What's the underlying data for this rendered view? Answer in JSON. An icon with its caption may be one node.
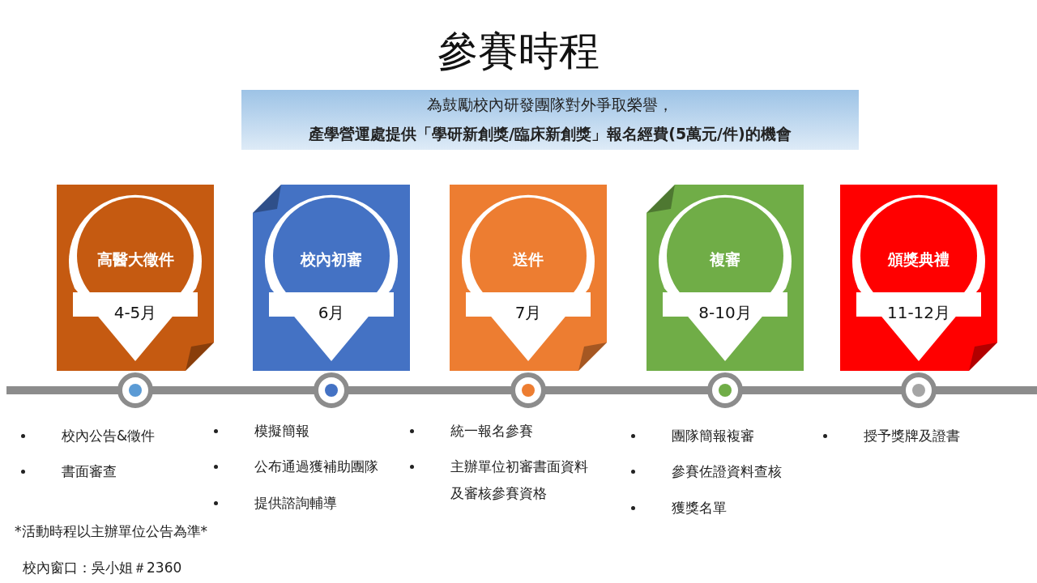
{
  "diagram": {
    "title": "參賽時程",
    "nodes": [
      {
        "text": [
          "為鼓勵校內研發團隊對外爭取榮譽，",
          "產學營運處提供「學研新創獎/臨床新創獎」報名經費(5萬元/件)的機會"
        ]
      },
      {
        "text": [
          "高醫大徵件",
          "4-5月"
        ]
      },
      {
        "text": [
          "校內初審",
          "6月"
        ]
      },
      {
        "text": [
          "送件",
          "7月"
        ]
      },
      {
        "text": [
          "複審",
          "8-10月"
        ]
      },
      {
        "text": [
          "頒獎典禮",
          "11-12月"
        ]
      }
    ],
    "labels": [
      "校內公告&徵件",
      "書面審查",
      "模擬簡報",
      "公布通過獲補助團隊",
      "提供諮詢輔導",
      "統一報名參賽",
      "主辦單位初審書面資料及審核參賽資格",
      "團隊簡報複審",
      "參賽佐證資料查核",
      "獲獎名單",
      "授予獎牌及證書",
      "*活動時程以主辦單位公告為準*",
      "校內窗口：吳小姐＃2360"
    ]
  }
}
